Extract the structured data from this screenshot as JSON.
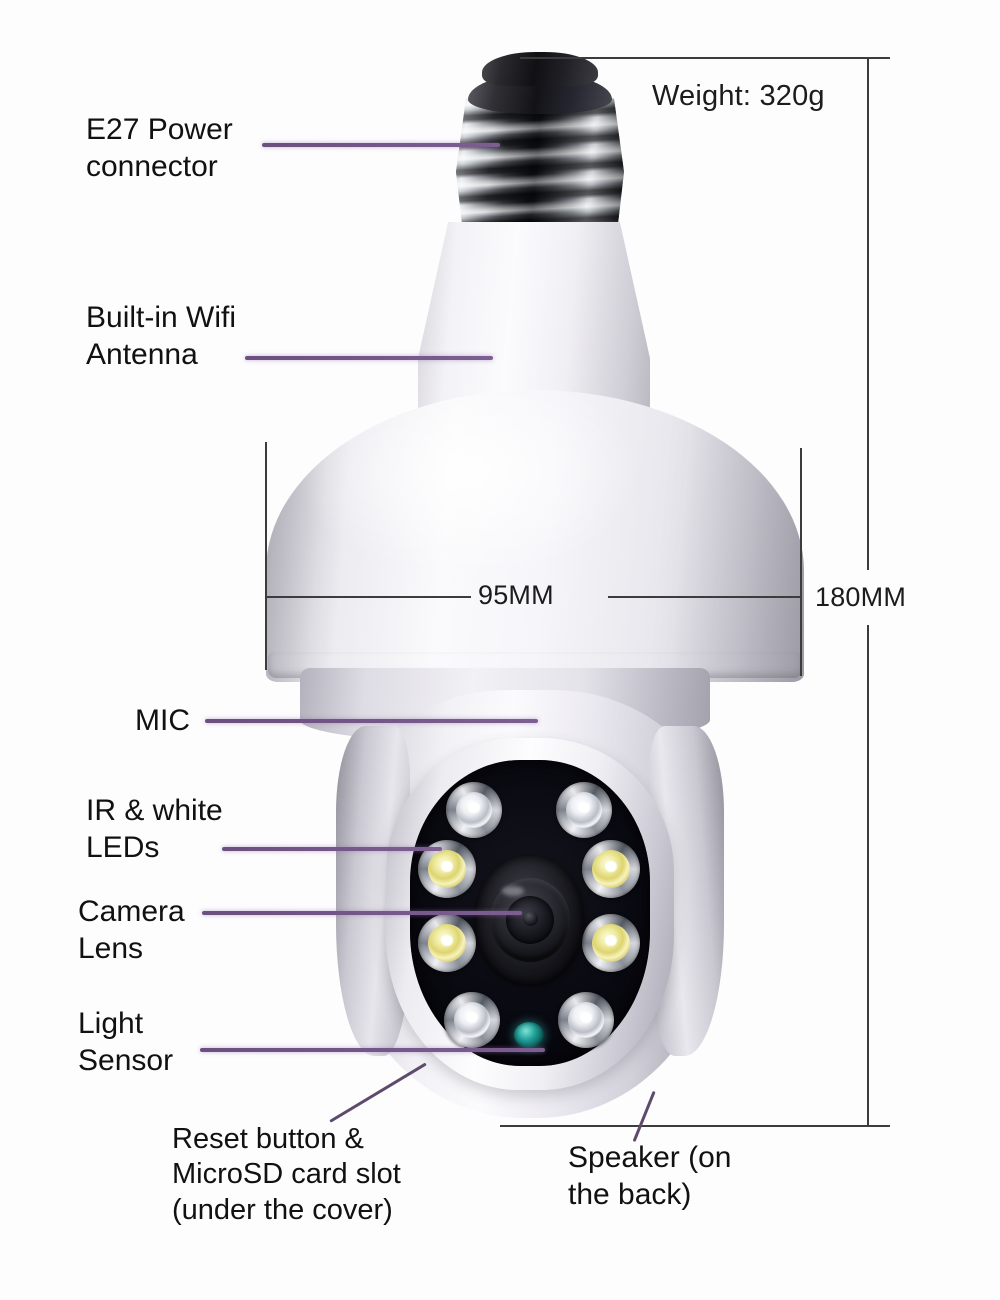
{
  "diagram": {
    "title": "E27 Wifi Bulb Security Camera — annotated dimensions",
    "accent_leader_color": "#6b4f7e",
    "dimension_line_color": "#3c3c3c",
    "background_color": "#fdfdfd"
  },
  "specs": {
    "weight": "Weight: 320g",
    "width": "95MM",
    "height": "180MM"
  },
  "callouts": {
    "power_connector": "E27  Power\nconnector",
    "wifi_antenna": "Built-in Wifi\nAntenna",
    "mic": "MIC",
    "leds": "IR & white\nLEDs",
    "lens": "Camera\nLens",
    "light_sensor": "Light\nSensor",
    "reset_sd": "Reset button &\nMicroSD card slot\n(under the cover)",
    "speaker": "Speaker (on\nthe back)"
  },
  "parts": {
    "e27_base": "e27-screw-base",
    "bulb_body": "white-bulb-housing",
    "camera_head": "ptz-camera-head",
    "lens": "camera-lens",
    "light_sensor": "light-sensor-dot",
    "mic": "microphone-hole",
    "leds": [
      {
        "type": "white",
        "position": "top-left"
      },
      {
        "type": "white",
        "position": "top-right"
      },
      {
        "type": "ir",
        "position": "upper-mid-left"
      },
      {
        "type": "ir",
        "position": "upper-mid-right"
      },
      {
        "type": "ir",
        "position": "lower-mid-left"
      },
      {
        "type": "ir",
        "position": "lower-mid-right"
      },
      {
        "type": "white",
        "position": "bottom-left"
      },
      {
        "type": "white",
        "position": "bottom-right"
      }
    ]
  }
}
